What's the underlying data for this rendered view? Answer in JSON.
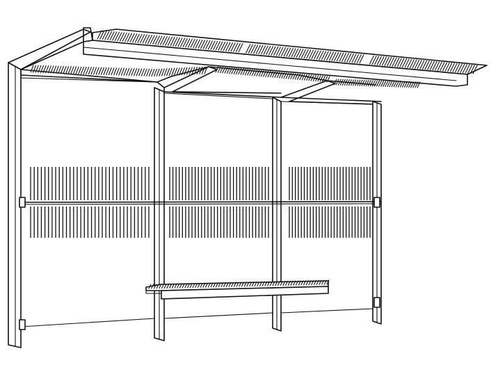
{
  "illustration": {
    "subject": "bus-shelter-line-drawing",
    "stroke_color": "#111111",
    "background_color": "#ffffff",
    "panels": 3,
    "roof": "slatted-canopy",
    "bench": "slatted-bench"
  }
}
